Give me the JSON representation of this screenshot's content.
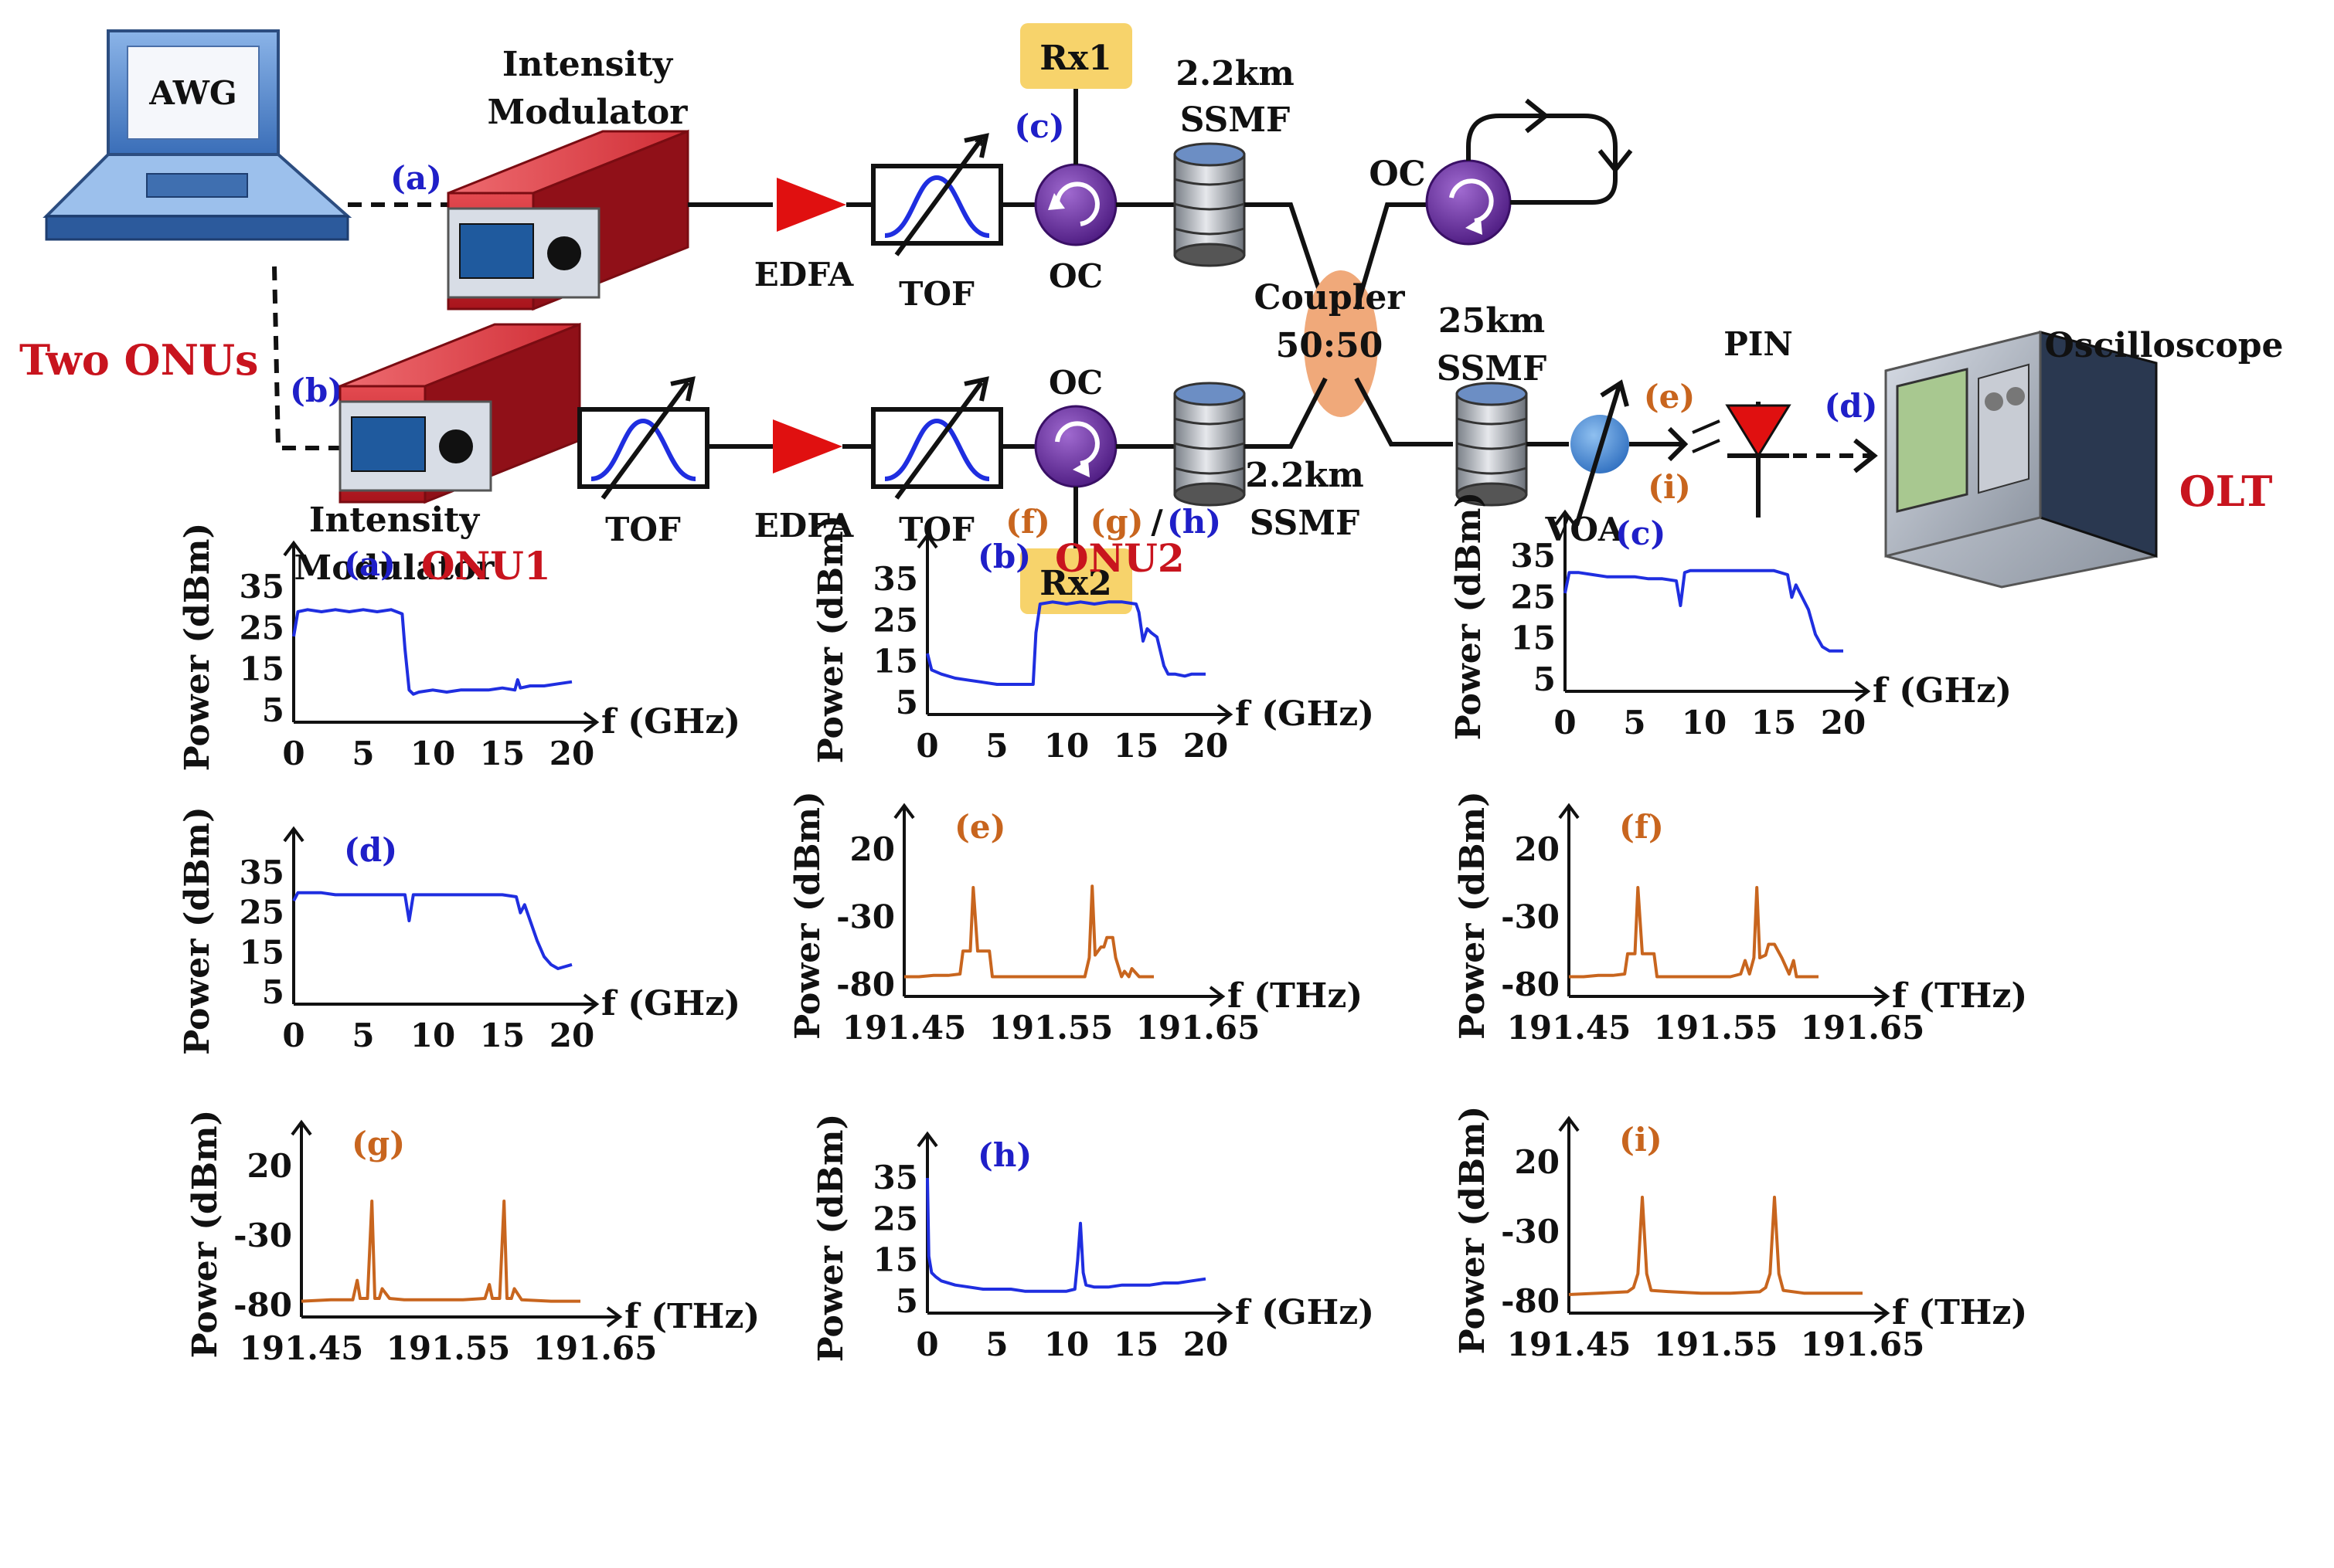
{
  "colors": {
    "blue": "#1f1fc8",
    "orange": "#c8651e",
    "red": "#c8141e",
    "black": "#111111",
    "trace_blue": "#1f2ee0",
    "trace_orange": "#c8651e",
    "yellow": "#f7d36b",
    "purple": "#6a2c9e",
    "coupler": "#f0a97a",
    "modulator": "#c8202a"
  },
  "diagram": {
    "awg": "AWG",
    "two_onus": "Two ONUs",
    "intensity_modulator_top": [
      "Intensity",
      "Modulator"
    ],
    "intensity_modulator_bottom": [
      "Intensity",
      "Modulator"
    ],
    "edfa_top": "EDFA",
    "tof_top": "TOF",
    "oc_top": "OC",
    "rx1": "Rx1",
    "rx2": "Rx2",
    "ssmf_top": [
      "2.2km",
      "SSMF"
    ],
    "oc_loop": "OC",
    "coupler": [
      "Coupler",
      "50:50"
    ],
    "ssmf_25": [
      "25km",
      "SSMF"
    ],
    "pin": "PIN",
    "oscilloscope": "Oscilloscope",
    "olt": "OLT",
    "tof_bottom1": "TOF",
    "edfa_bottom": "EDFA",
    "tof_bottom2": "TOF",
    "oc_bottom": "OC",
    "ssmf_bottom": [
      "2.2km",
      "SSMF"
    ],
    "voa": "VOA",
    "tags": {
      "a": "(a)",
      "b": "(b)",
      "c": "(c)",
      "d": "(d)",
      "e": "(e)",
      "f": "(f)",
      "g": "(g)",
      "slash": "/",
      "h": "(h)",
      "i": "(i)"
    }
  },
  "chart_data": [
    {
      "id": "a",
      "type": "line",
      "tag": "(a)",
      "title": "ONU1",
      "ylabel": "Power (dBm)",
      "xlabel": "f (GHz)",
      "yticks": [
        "35",
        "25",
        "15",
        "5"
      ],
      "xticks": [
        "0",
        "5",
        "10",
        "15",
        "20"
      ],
      "color": "blue",
      "xlim": [
        0,
        20
      ],
      "ylim": [
        5,
        35
      ],
      "x": [
        0,
        0.3,
        1,
        2,
        3,
        4,
        5,
        6,
        7,
        7.8,
        8.0,
        8.3,
        8.6,
        9,
        10,
        11,
        12,
        13,
        14,
        15,
        15.9,
        16.1,
        16.3,
        17,
        18,
        19,
        20
      ],
      "y": [
        23,
        29,
        29.5,
        29,
        29.5,
        29,
        29.5,
        29,
        29.5,
        28.5,
        20,
        10,
        9,
        9.5,
        10,
        9.5,
        10,
        10,
        10,
        10.5,
        10,
        12.5,
        10.5,
        11,
        11,
        11.5,
        12
      ]
    },
    {
      "id": "b",
      "type": "line",
      "tag": "(b)",
      "title": "ONU2",
      "ylabel": "Power (dBm)",
      "xlabel": "f (GHz)",
      "yticks": [
        "35",
        "25",
        "15",
        "5"
      ],
      "xticks": [
        "0",
        "5",
        "10",
        "15",
        "20"
      ],
      "color": "blue",
      "xlim": [
        0,
        20
      ],
      "ylim": [
        5,
        35
      ],
      "x": [
        0,
        0.3,
        1,
        2,
        3,
        4,
        5,
        6,
        7,
        7.6,
        7.8,
        8.1,
        9,
        10,
        11,
        12,
        13,
        14,
        15,
        15.2,
        15.5,
        15.8,
        16.1,
        16.5,
        17,
        17.3,
        17.8,
        18.5,
        19,
        20
      ],
      "y": [
        17,
        13,
        12,
        11,
        10.5,
        10,
        9.5,
        9.5,
        9.5,
        9.5,
        22,
        29,
        29.5,
        29,
        29.5,
        29,
        29.5,
        29.5,
        29,
        27,
        20,
        23,
        22,
        21,
        14,
        12,
        12,
        11.5,
        12,
        12
      ]
    },
    {
      "id": "c",
      "type": "line",
      "tag": "(c)",
      "title": "",
      "ylabel": "Power (dBm)",
      "xlabel": "f (GHz)",
      "yticks": [
        "35",
        "25",
        "15",
        "5"
      ],
      "xticks": [
        "0",
        "5",
        "10",
        "15",
        "20"
      ],
      "color": "blue",
      "xlim": [
        0,
        20
      ],
      "ylim": [
        5,
        35
      ],
      "x": [
        0,
        0.3,
        1,
        2,
        3,
        4,
        5,
        6,
        7,
        8,
        8.3,
        8.6,
        9,
        10,
        11,
        12,
        13,
        14,
        15,
        16,
        16.3,
        16.6,
        16.9,
        17.5,
        18,
        18.5,
        19,
        20
      ],
      "y": [
        26,
        31,
        31,
        30.5,
        30,
        30,
        30,
        29.5,
        29.5,
        29,
        23,
        31,
        31.5,
        31.5,
        31.5,
        31.5,
        31.5,
        31.5,
        31.5,
        30.5,
        25,
        28,
        26,
        22,
        16,
        13,
        12,
        12
      ]
    },
    {
      "id": "d",
      "type": "line",
      "tag": "(d)",
      "title": "",
      "ylabel": "Power (dBm)",
      "xlabel": "f (GHz)",
      "yticks": [
        "35",
        "25",
        "15",
        "5"
      ],
      "xticks": [
        "0",
        "5",
        "10",
        "15",
        "20"
      ],
      "color": "blue",
      "xlim": [
        0,
        20
      ],
      "ylim": [
        5,
        35
      ],
      "x": [
        0,
        0.3,
        1,
        2,
        3,
        4,
        5,
        6,
        7,
        8,
        8.3,
        8.6,
        9,
        10,
        11,
        12,
        13,
        14,
        15,
        16,
        16.3,
        16.6,
        16.9,
        17.5,
        18,
        18.5,
        19,
        20
      ],
      "y": [
        28,
        30,
        30,
        30,
        29.5,
        29.5,
        29.5,
        29.5,
        29.5,
        29.5,
        23,
        29.5,
        29.5,
        29.5,
        29.5,
        29.5,
        29.5,
        29.5,
        29.5,
        29,
        25,
        27,
        24,
        18,
        14,
        12,
        11,
        12
      ]
    },
    {
      "id": "e",
      "type": "line",
      "tag": "(e)",
      "title": "",
      "ylabel": "Power (dBm)",
      "xlabel": "f (THz)",
      "yticks": [
        "20",
        "-30",
        "-80"
      ],
      "xticks": [
        "191.45",
        "191.55",
        "191.65"
      ],
      "color": "orange",
      "xlim": [
        191.45,
        191.65
      ],
      "ylim": [
        -80,
        20
      ],
      "x": [
        191.45,
        191.46,
        191.47,
        191.48,
        191.488,
        191.49,
        191.495,
        191.497,
        191.5,
        191.503,
        191.508,
        191.51,
        191.52,
        191.54,
        191.56,
        191.573,
        191.576,
        191.578,
        191.58,
        191.584,
        191.586,
        191.588,
        191.592,
        191.594,
        191.598,
        191.6,
        191.603,
        191.605,
        191.61,
        191.62
      ],
      "y": [
        -74,
        -74,
        -73,
        -73,
        -72,
        -55,
        -55,
        -8,
        -55,
        -55,
        -55,
        -74,
        -74,
        -74,
        -74,
        -74,
        -60,
        -7,
        -58,
        -52,
        -52,
        -45,
        -45,
        -60,
        -74,
        -70,
        -74,
        -68,
        -74,
        -74
      ]
    },
    {
      "id": "f",
      "type": "line",
      "tag": "(f)",
      "title": "",
      "ylabel": "Power (dBm)",
      "xlabel": "f (THz)",
      "yticks": [
        "20",
        "-30",
        "-80"
      ],
      "xticks": [
        "191.45",
        "191.55",
        "191.65"
      ],
      "color": "orange",
      "xlim": [
        191.45,
        191.65
      ],
      "ylim": [
        -80,
        20
      ],
      "x": [
        191.45,
        191.46,
        191.47,
        191.48,
        191.488,
        191.49,
        191.495,
        191.497,
        191.5,
        191.503,
        191.508,
        191.51,
        191.52,
        191.54,
        191.56,
        191.567,
        191.57,
        191.573,
        191.576,
        191.578,
        191.58,
        191.584,
        191.586,
        191.59,
        191.595,
        191.6,
        191.603,
        191.605,
        191.61,
        191.62
      ],
      "y": [
        -74,
        -74,
        -73,
        -73,
        -72,
        -57,
        -57,
        -8,
        -57,
        -57,
        -57,
        -74,
        -74,
        -74,
        -74,
        -72,
        -62,
        -72,
        -60,
        -8,
        -60,
        -58,
        -50,
        -50,
        -60,
        -72,
        -62,
        -74,
        -74,
        -74
      ]
    },
    {
      "id": "g",
      "type": "line",
      "tag": "(g)",
      "title": "",
      "ylabel": "Power (dBm)",
      "xlabel": "f (THz)",
      "yticks": [
        "20",
        "-30",
        "-80"
      ],
      "xticks": [
        "191.45",
        "191.55",
        "191.65"
      ],
      "color": "orange",
      "xlim": [
        191.45,
        191.65
      ],
      "ylim": [
        -80,
        20
      ],
      "x": [
        191.45,
        191.47,
        191.485,
        191.488,
        191.49,
        191.495,
        191.498,
        191.5,
        191.503,
        191.505,
        191.51,
        191.52,
        191.54,
        191.56,
        191.575,
        191.578,
        191.58,
        191.585,
        191.588,
        191.59,
        191.593,
        191.595,
        191.6,
        191.62,
        191.64
      ],
      "y": [
        -77,
        -76,
        -76,
        -62,
        -75,
        -75,
        -5,
        -75,
        -75,
        -68,
        -75,
        -76,
        -76,
        -76,
        -75,
        -65,
        -75,
        -75,
        -5,
        -75,
        -75,
        -68,
        -76,
        -77,
        -77
      ]
    },
    {
      "id": "h",
      "type": "line",
      "tag": "(h)",
      "title": "",
      "ylabel": "Power (dBm)",
      "xlabel": "f (GHz)",
      "yticks": [
        "35",
        "25",
        "15",
        "5"
      ],
      "xticks": [
        "0",
        "5",
        "10",
        "15",
        "20"
      ],
      "color": "blue",
      "xlim": [
        0,
        20
      ],
      "ylim": [
        5,
        35
      ],
      "x": [
        0,
        0.1,
        0.3,
        0.6,
        1,
        2,
        3,
        4,
        5,
        6,
        7,
        8,
        9,
        10,
        10.6,
        10.8,
        11,
        11.2,
        11.4,
        12,
        13,
        14,
        15,
        16,
        17,
        18,
        19,
        20
      ],
      "y": [
        35,
        16,
        12,
        11,
        10,
        9,
        8.5,
        8,
        8,
        8,
        7.5,
        7.5,
        7.5,
        7.5,
        8,
        15,
        24,
        12,
        9,
        8.5,
        8.5,
        9,
        9,
        9,
        9.5,
        9.5,
        10,
        10.5
      ]
    },
    {
      "id": "i",
      "type": "line",
      "tag": "(i)",
      "title": "",
      "ylabel": "Power (dBm)",
      "xlabel": "f (THz)",
      "yticks": [
        "20",
        "-30",
        "-80"
      ],
      "xticks": [
        "191.45",
        "191.55",
        "191.65"
      ],
      "color": "orange",
      "xlim": [
        191.45,
        191.65
      ],
      "ylim": [
        -80,
        20
      ],
      "x": [
        191.45,
        191.47,
        191.49,
        191.494,
        191.497,
        191.5,
        191.503,
        191.506,
        191.52,
        191.54,
        191.56,
        191.58,
        191.584,
        191.587,
        191.59,
        191.593,
        191.596,
        191.61,
        191.63,
        191.65
      ],
      "y": [
        -75,
        -74,
        -73,
        -70,
        -60,
        -5,
        -60,
        -72,
        -73,
        -74,
        -74,
        -73,
        -70,
        -60,
        -5,
        -60,
        -72,
        -74,
        -74,
        -74
      ]
    }
  ]
}
